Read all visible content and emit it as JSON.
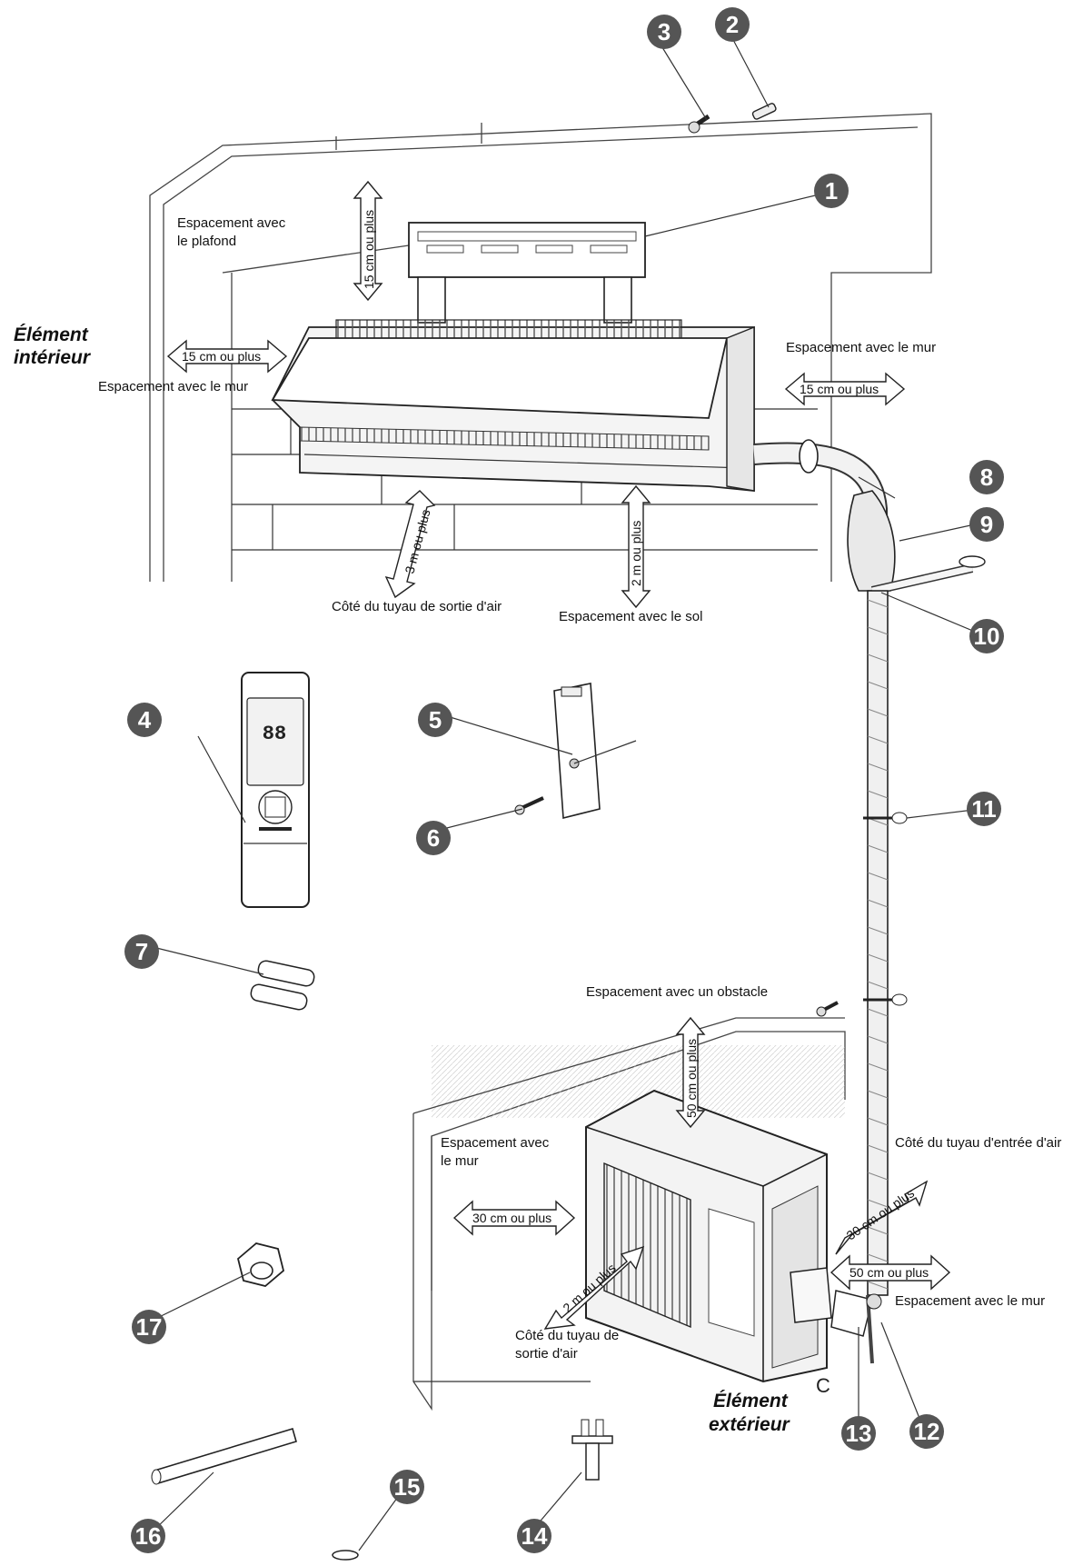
{
  "sections": {
    "indoor": [
      "Élément",
      "intérieur"
    ],
    "outdoor": [
      "Élément",
      "extérieur"
    ]
  },
  "labels": {
    "ceiling_gap": [
      "Espacement avec",
      "le plafond"
    ],
    "wall_gap_left": "Espacement avec le mur",
    "wall_gap_right": "Espacement avec le mur",
    "air_outlet_side": "Côté du tuyau de sortie d'air",
    "floor_gap": "Espacement avec le sol",
    "obstacle_gap": "Espacement avec un obstacle",
    "outdoor_wall_gap": [
      "Espacement avec",
      "le mur"
    ],
    "air_inlet_side": "Côté du tuyau d'entrée d'air",
    "outdoor_wall_gap_right": "Espacement avec le mur",
    "outdoor_air_outlet": [
      "Côté du tuyau de",
      "sortie d'air"
    ],
    "unit_letter": "C"
  },
  "clearances": {
    "ceiling": "15 cm ou plus",
    "left_wall": "15 cm ou plus",
    "right_wall": "15 cm ou plus",
    "outlet": "3 m ou plus",
    "floor": "2 m ou plus",
    "obstacle": "50 cm ou plus",
    "outdoor_wall": "30 cm ou plus",
    "inlet": "30 cm ou plus",
    "outdoor_right": "50 cm ou plus",
    "outdoor_front": "2 m ou plus"
  },
  "parts": {
    "p1": "1",
    "p2": "2",
    "p3": "3",
    "p4": "4",
    "p5": "5",
    "p6": "6",
    "p7": "7",
    "p8": "8",
    "p9": "9",
    "p10": "10",
    "p11": "11",
    "p12": "12",
    "p13": "13",
    "p14": "14",
    "p15": "15",
    "p16": "16",
    "p17": "17"
  },
  "remote_display": "88"
}
